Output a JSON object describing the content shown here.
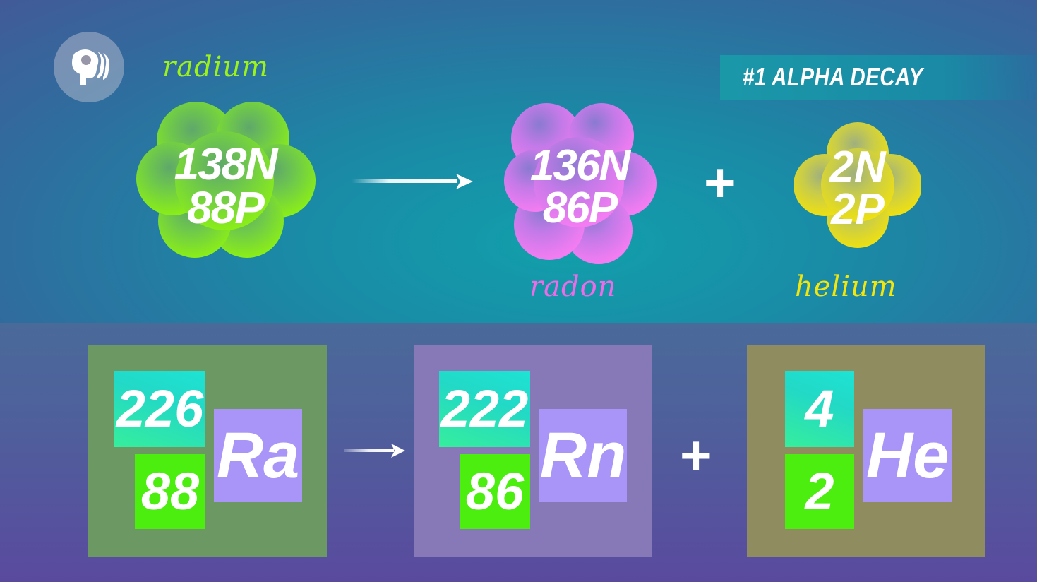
{
  "banner": {
    "title": "#1 ALPHA DECAY"
  },
  "icons": {
    "logo": "pbs-logo-icon"
  },
  "nuclei": {
    "radium": {
      "label": "radium",
      "neutrons": "138N",
      "protons": "88P",
      "color": "#7ee81e",
      "label_color": "#9cf21a"
    },
    "radon": {
      "label": "radon",
      "neutrons": "136N",
      "protons": "86P",
      "color": "#e07af0",
      "label_color": "#f06ae8"
    },
    "helium": {
      "label": "helium",
      "neutrons": "2N",
      "protons": "2P",
      "color": "#d8d51a",
      "label_color": "#f2e60e"
    }
  },
  "equation": {
    "plus": "+",
    "elements": [
      {
        "mass": "226",
        "atomic": "88",
        "symbol": "Ra",
        "card_color": "#6e9a62"
      },
      {
        "mass": "222",
        "atomic": "86",
        "symbol": "Rn",
        "card_color": "#8477b9"
      },
      {
        "mass": "4",
        "atomic": "2",
        "symbol": "He",
        "card_color": "#8d8d62"
      }
    ]
  }
}
